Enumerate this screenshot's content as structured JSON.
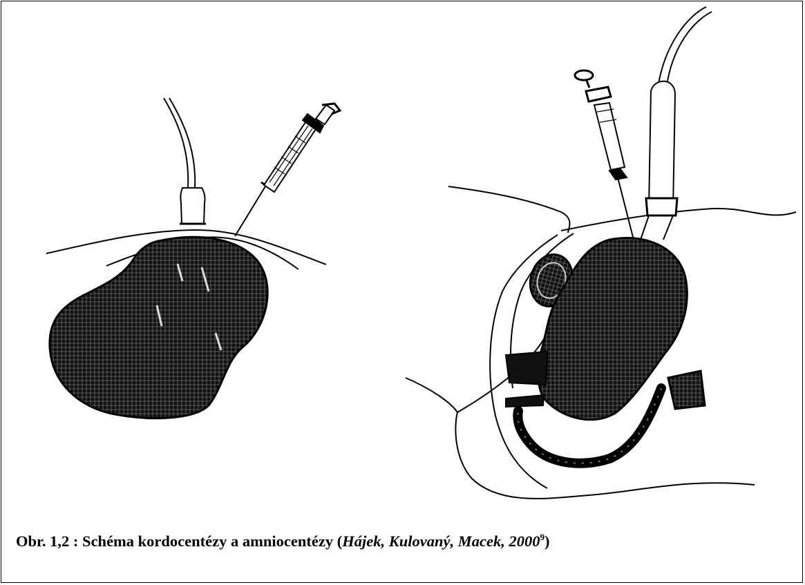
{
  "caption": {
    "label": "Obr. 1,2 : Schéma kordocentézy a amniocentézy (",
    "references": "Hájek, Kulovaný, Macek, 2000",
    "footnote": "9",
    "close": ")"
  },
  "colors": {
    "ink": "#000000",
    "paper": "#ffffff"
  },
  "icons": [
    "ultrasound-probe-icon",
    "syringe-icon",
    "uterus-illustration"
  ]
}
